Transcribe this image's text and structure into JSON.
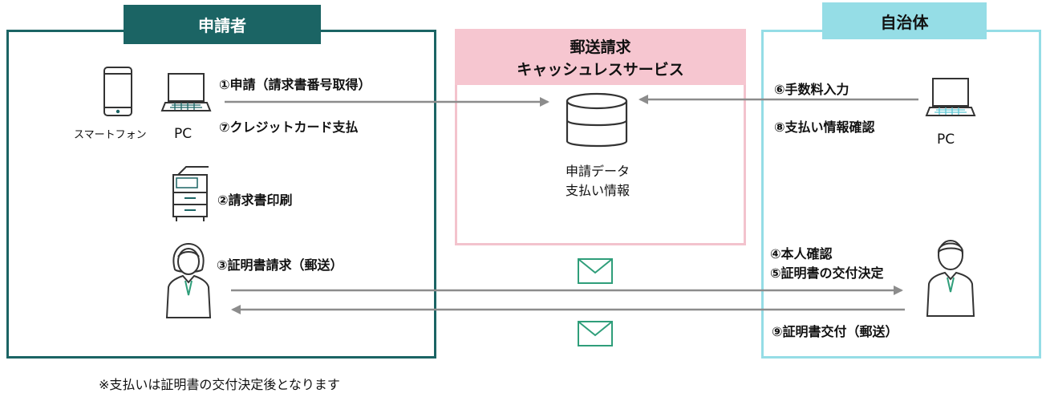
{
  "applicant": {
    "title": "申請者",
    "device_smartphone": "スマートフォン",
    "device_pc": "PC"
  },
  "service": {
    "title_line1": "郵送請求",
    "title_line2": "キャッシュレスサービス",
    "db_line1": "申請データ",
    "db_line2": "支払い情報"
  },
  "municipality": {
    "title": "自治体",
    "device_pc": "PC"
  },
  "steps": {
    "s1": "①申請（請求書番号取得）",
    "s2": "②請求書印刷",
    "s3": "③証明書請求（郵送）",
    "s4": "④本人確認",
    "s5": "⑤証明書の交付決定",
    "s6": "⑥手数料入力",
    "s7": "⑦クレジットカード支払",
    "s8": "⑧支払い情報確認",
    "s9": "⑨証明書交付（郵送）"
  },
  "footnote": "※支払いは証明書の交付決定後となります",
  "colors": {
    "applicant_dark": "#1b6464",
    "municipality_light": "#95dde6",
    "service_pink": "#f6c6d0",
    "service_border": "#f3c3cd",
    "arrow_gray": "#8c8c8c",
    "envelope_green": "#2f9e7a"
  }
}
